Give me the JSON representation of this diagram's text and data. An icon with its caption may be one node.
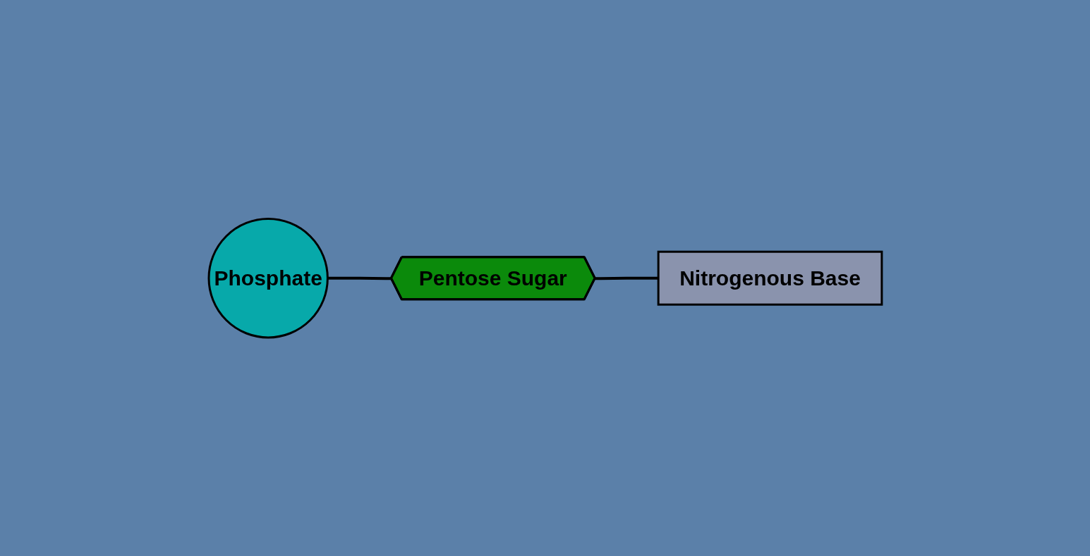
{
  "diagram": {
    "nodes": [
      {
        "text": [
          "Phosphate"
        ]
      },
      {
        "text": [
          "Pentose Sugar"
        ]
      },
      {
        "text": [
          "Nitrogenous Base"
        ]
      }
    ],
    "edges": [
      {
        "from": 0,
        "to": 1,
        "arrow": "none"
      },
      {
        "from": 1,
        "to": 2,
        "arrow": "none"
      }
    ]
  }
}
